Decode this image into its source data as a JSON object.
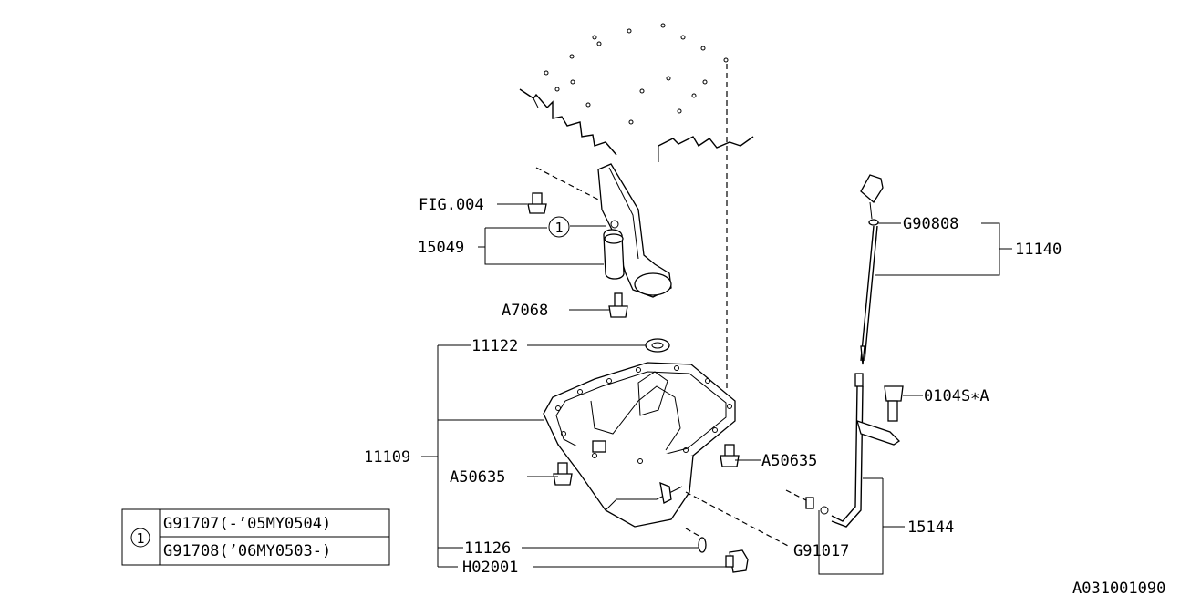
{
  "callouts": {
    "fig004": "FIG.004",
    "p15049": "15049",
    "a7068": "A7068",
    "p11122": "11122",
    "p11109": "11109",
    "a50635_left": "A50635",
    "a50635_right": "A50635",
    "p11126": "11126",
    "h02001": "H02001",
    "g90808": "G90808",
    "p11140": "11140",
    "p0104s": "0104S∗A",
    "p15144": "15144",
    "g91017": "G91017",
    "circle_ref": "1"
  },
  "legend": {
    "marker": "1",
    "rows": [
      "G91707(-’05MY0504)",
      "G91708(’06MY0503-)"
    ]
  },
  "diagram_id": "A031001090"
}
